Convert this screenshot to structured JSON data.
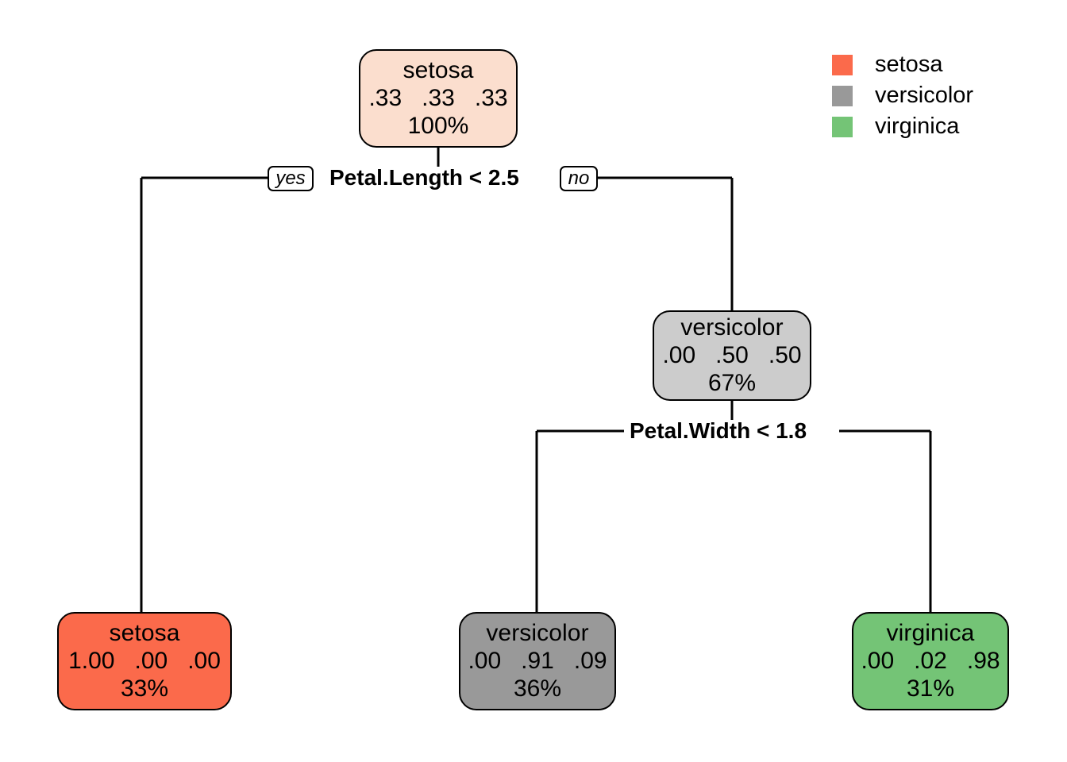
{
  "chart_data": {
    "type": "tree",
    "title": "",
    "description": "rpart classification tree for the iris dataset",
    "class_order": [
      "setosa",
      "versicolor",
      "virginica"
    ],
    "colors": {
      "setosa": "#FB6A4B",
      "versicolor": "#999999",
      "virginica": "#74C476",
      "root_fill": "#FBDECE",
      "internal_fill": "#CCCCCC",
      "edge": "#000000",
      "background": "#FFFFFF"
    },
    "nodes": [
      {
        "id": "root",
        "predicted_class": "setosa",
        "probs_text": ".33   .33   .33",
        "probs": [
          0.33,
          0.33,
          0.33
        ],
        "pct_text": "100%",
        "pct": 100,
        "fill": "#FBDECE"
      },
      {
        "id": "n3",
        "predicted_class": "versicolor",
        "probs_text": ".00   .50   .50",
        "probs": [
          0.0,
          0.5,
          0.5
        ],
        "pct_text": "67%",
        "pct": 67,
        "fill": "#CCCCCC"
      },
      {
        "id": "leaf2",
        "predicted_class": "setosa",
        "probs_text": "1.00   .00   .00",
        "probs": [
          1.0,
          0.0,
          0.0
        ],
        "pct_text": "33%",
        "pct": 33,
        "fill": "#FB6A4B"
      },
      {
        "id": "leaf6",
        "predicted_class": "versicolor",
        "probs_text": ".00   .91   .09",
        "probs": [
          0.0,
          0.91,
          0.09
        ],
        "pct_text": "36%",
        "pct": 36,
        "fill": "#999999"
      },
      {
        "id": "leaf7",
        "predicted_class": "virginica",
        "probs_text": ".00   .02   .98",
        "probs": [
          0.0,
          0.02,
          0.98
        ],
        "pct_text": "31%",
        "pct": 31,
        "fill": "#74C476"
      }
    ],
    "splits": [
      {
        "id": "split1",
        "label": "Petal.Length < 2.5",
        "variable": "Petal.Length",
        "operator": "<",
        "threshold": 2.5,
        "yes_label": "yes",
        "no_label": "no",
        "yes_child": "leaf2",
        "no_child": "n3"
      },
      {
        "id": "split2",
        "label": "Petal.Width < 1.8",
        "variable": "Petal.Width",
        "operator": "<",
        "threshold": 1.8,
        "yes_label": "",
        "no_label": "",
        "yes_child": "leaf6",
        "no_child": "leaf7"
      }
    ],
    "legend": {
      "position": "top-right",
      "entries": [
        {
          "label": "setosa",
          "color": "#FB6A4B"
        },
        {
          "label": "versicolor",
          "color": "#999999"
        },
        {
          "label": "virginica",
          "color": "#74C476"
        }
      ]
    }
  }
}
